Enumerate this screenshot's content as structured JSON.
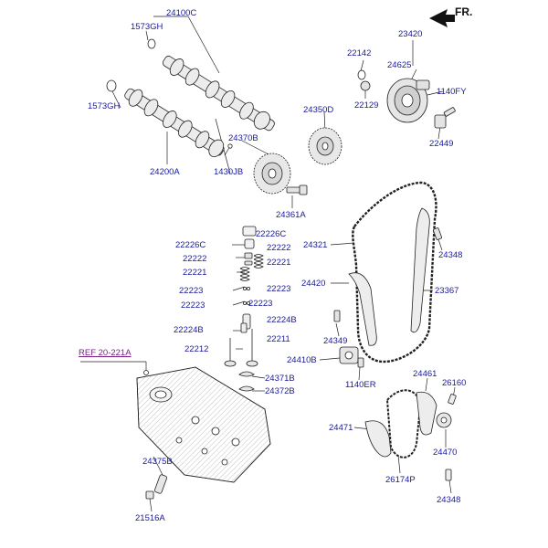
{
  "colors": {
    "label": "#1a1a9a",
    "reference": "#7a1f8a",
    "line": "#222222"
  },
  "direction_marker": {
    "text": "FR.",
    "icon": "front-arrow-icon"
  },
  "reference": "REF 20-221A",
  "parts": {
    "p24100C": "24100C",
    "p1573GH_a": "1573GH",
    "p1573GH_b": "1573GH",
    "p24200A": "24200A",
    "p1430JB": "1430JB",
    "p24370B": "24370B",
    "p24361A": "24361A",
    "p24350D": "24350D",
    "p22142": "22142",
    "p22129": "22129",
    "p23420": "23420",
    "p24625": "24625",
    "p1140FY": "1140FY",
    "p22449": "22449",
    "p22226C_a": "22226C",
    "p22226C_b": "22226C",
    "p22222_a": "22222",
    "p22222_b": "22222",
    "p22221_a": "22221",
    "p22221_b": "22221",
    "p22223_a": "22223",
    "p22223_b": "22223",
    "p22223_c": "22223",
    "p22223_d": "22223",
    "p22224B_a": "22224B",
    "p22224B_b": "22224B",
    "p22212": "22212",
    "p22211": "22211",
    "p24321": "24321",
    "p24348_a": "24348",
    "p24420": "24420",
    "p23367": "23367",
    "p24349": "24349",
    "p24410B": "24410B",
    "p1140ER": "1140ER",
    "p24371B": "24371B",
    "p24372B": "24372B",
    "p24461": "24461",
    "p26160": "26160",
    "p24471": "24471",
    "p24470": "24470",
    "p26174P": "26174P",
    "p24348_b": "24348",
    "p24375B": "24375B",
    "p21516A": "21516A"
  }
}
